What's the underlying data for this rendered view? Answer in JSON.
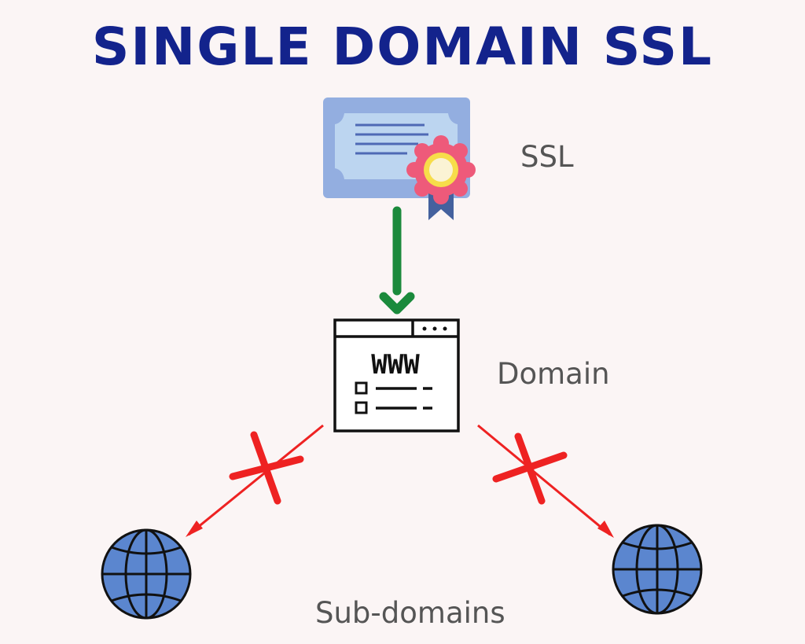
{
  "title": "SINGLE DOMAIN SSL",
  "nodes": {
    "ssl": {
      "label": "SSL",
      "icon": "certificate-icon"
    },
    "domain": {
      "label": "Domain",
      "icon": "browser-window-icon",
      "icon_text": "WWW"
    },
    "subdomains": {
      "label": "Sub-domains",
      "icon": "globe-icon"
    }
  },
  "edges": [
    {
      "from": "ssl",
      "to": "domain",
      "status": "allowed",
      "color": "#1b8a3c"
    },
    {
      "from": "domain",
      "to": "subdomain-left",
      "status": "blocked",
      "color": "#ee2222"
    },
    {
      "from": "domain",
      "to": "subdomain-right",
      "status": "blocked",
      "color": "#ee2222"
    }
  ],
  "colors": {
    "title": "#13238c",
    "certificate": "#93aee0",
    "certificate_inner": "#bcd5f0",
    "seal": "#ee5a7a",
    "globe": "#5b86cf",
    "allowed_arrow": "#1b8a3c",
    "blocked_arrow": "#ee2222"
  }
}
